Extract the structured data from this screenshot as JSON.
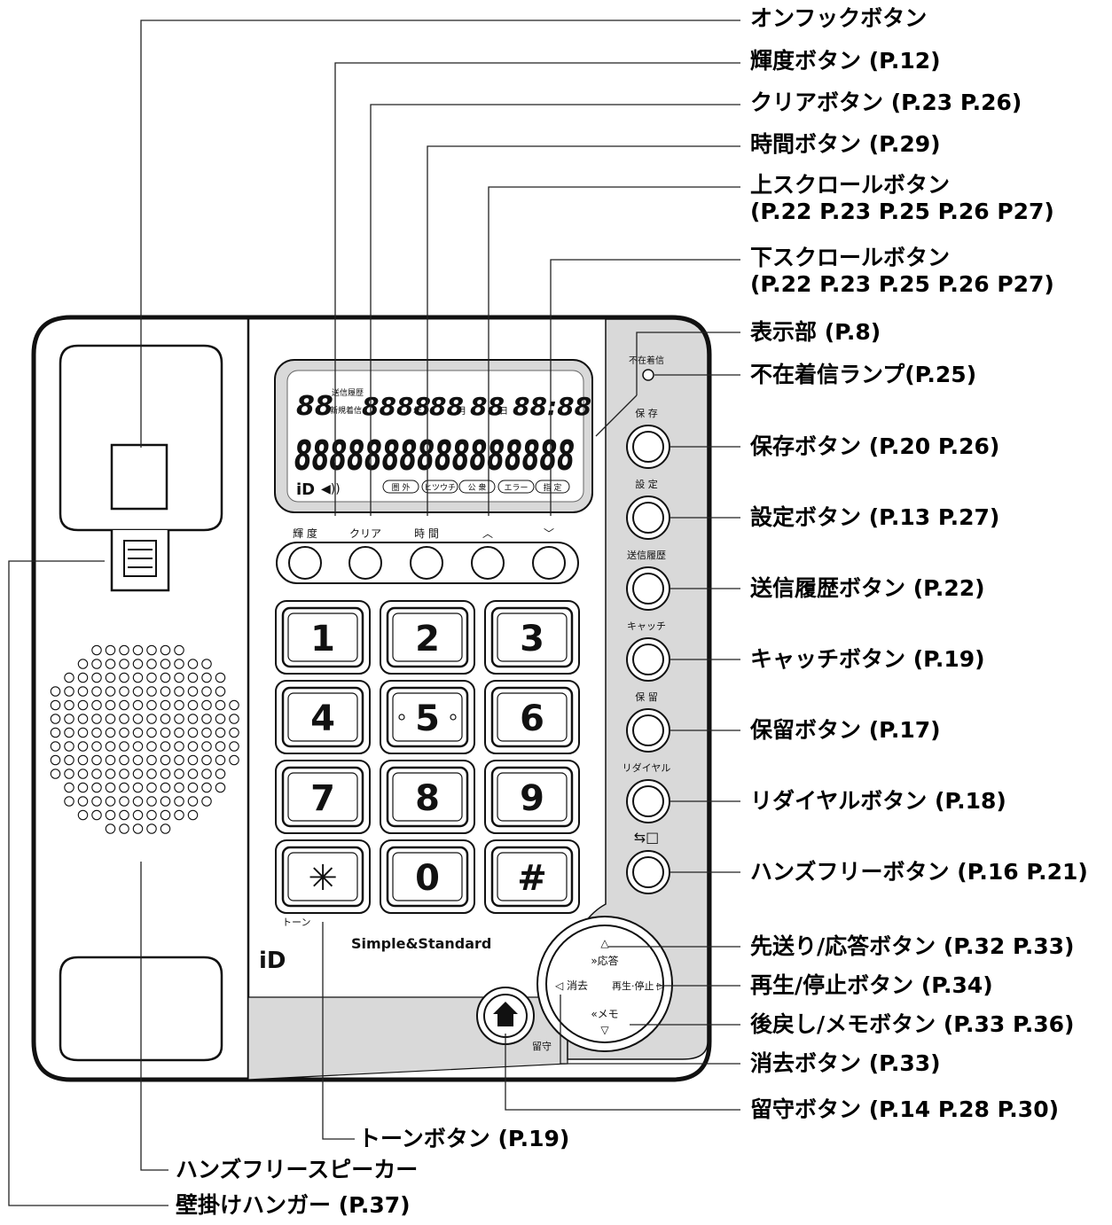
{
  "callouts": {
    "onhook": "オンフックボタン",
    "brightness": "輝度ボタン (P.12)",
    "clear": "クリアボタン (P.23 P.26)",
    "time": "時間ボタン (P.29)",
    "scroll_up": "上スクロールボタン",
    "scroll_up_pages": "(P.22 P.23 P.25 P.26 P27)",
    "scroll_down": "下スクロールボタン",
    "scroll_down_pages": "(P.22 P.23 P.25 P.26 P27)",
    "display": "表示部 (P.8)",
    "missed_lamp": "不在着信ランプ(P.25)",
    "save": "保存ボタン (P.20 P.26)",
    "settings": "設定ボタン (P.13 P.27)",
    "sent_history": "送信履歴ボタン (P.22)",
    "catch": "キャッチボタン (P.19)",
    "hold": "保留ボタン (P.17)",
    "redial": "リダイヤルボタン (P.18)",
    "handsfree": "ハンズフリーボタン (P.16 P.21)",
    "forward_answer": "先送り/応答ボタン (P.32 P.33)",
    "play_stop": "再生/停止ボタン (P.34)",
    "rewind_memo": "後戻し/メモボタン (P.33 P.36)",
    "erase": "消去ボタン (P.33)",
    "answering": "留守ボタン (P.14 P.28 P.30)",
    "tone": "トーンボタン (P.19)",
    "speaker": "ハンズフリースピーカー",
    "wall_hanger": "壁掛けハンガー (P.37)"
  },
  "device": {
    "top_button_labels": [
      "輝 度",
      "クリア",
      "時 間",
      "︿",
      "﹀"
    ],
    "side_button_labels": [
      "保 存",
      "設 定",
      "送信履歴",
      "キャッチ",
      "保 留",
      "リダイヤル"
    ],
    "missed_lamp_label": "不在着信",
    "keypad": [
      "1",
      "2",
      "3",
      "4",
      "5",
      "6",
      "7",
      "8",
      "9",
      "✳",
      "0",
      "#"
    ],
    "tone_label": "トーン",
    "brand": "Simple&Standard",
    "logo": "iD",
    "answering_label": "留守",
    "dial_forward": "»応答",
    "dial_erase": "◁ 消去",
    "dial_play": "再生·停止 ▷",
    "dial_memo": "«メモ",
    "lcd": {
      "row1_digits": "88",
      "row1_small_top": "送信履歴",
      "row1_small_bottom": "新規着信",
      "year_digits": "8888",
      "year": "年",
      "month_digits": "88",
      "month": "月",
      "day_digits": "88",
      "day": "日",
      "clock": "88:88",
      "row2": "8888888888888888",
      "status": [
        "圏 外",
        "ヒツウチ",
        "公 衆",
        "エラー",
        "指 定"
      ]
    }
  }
}
